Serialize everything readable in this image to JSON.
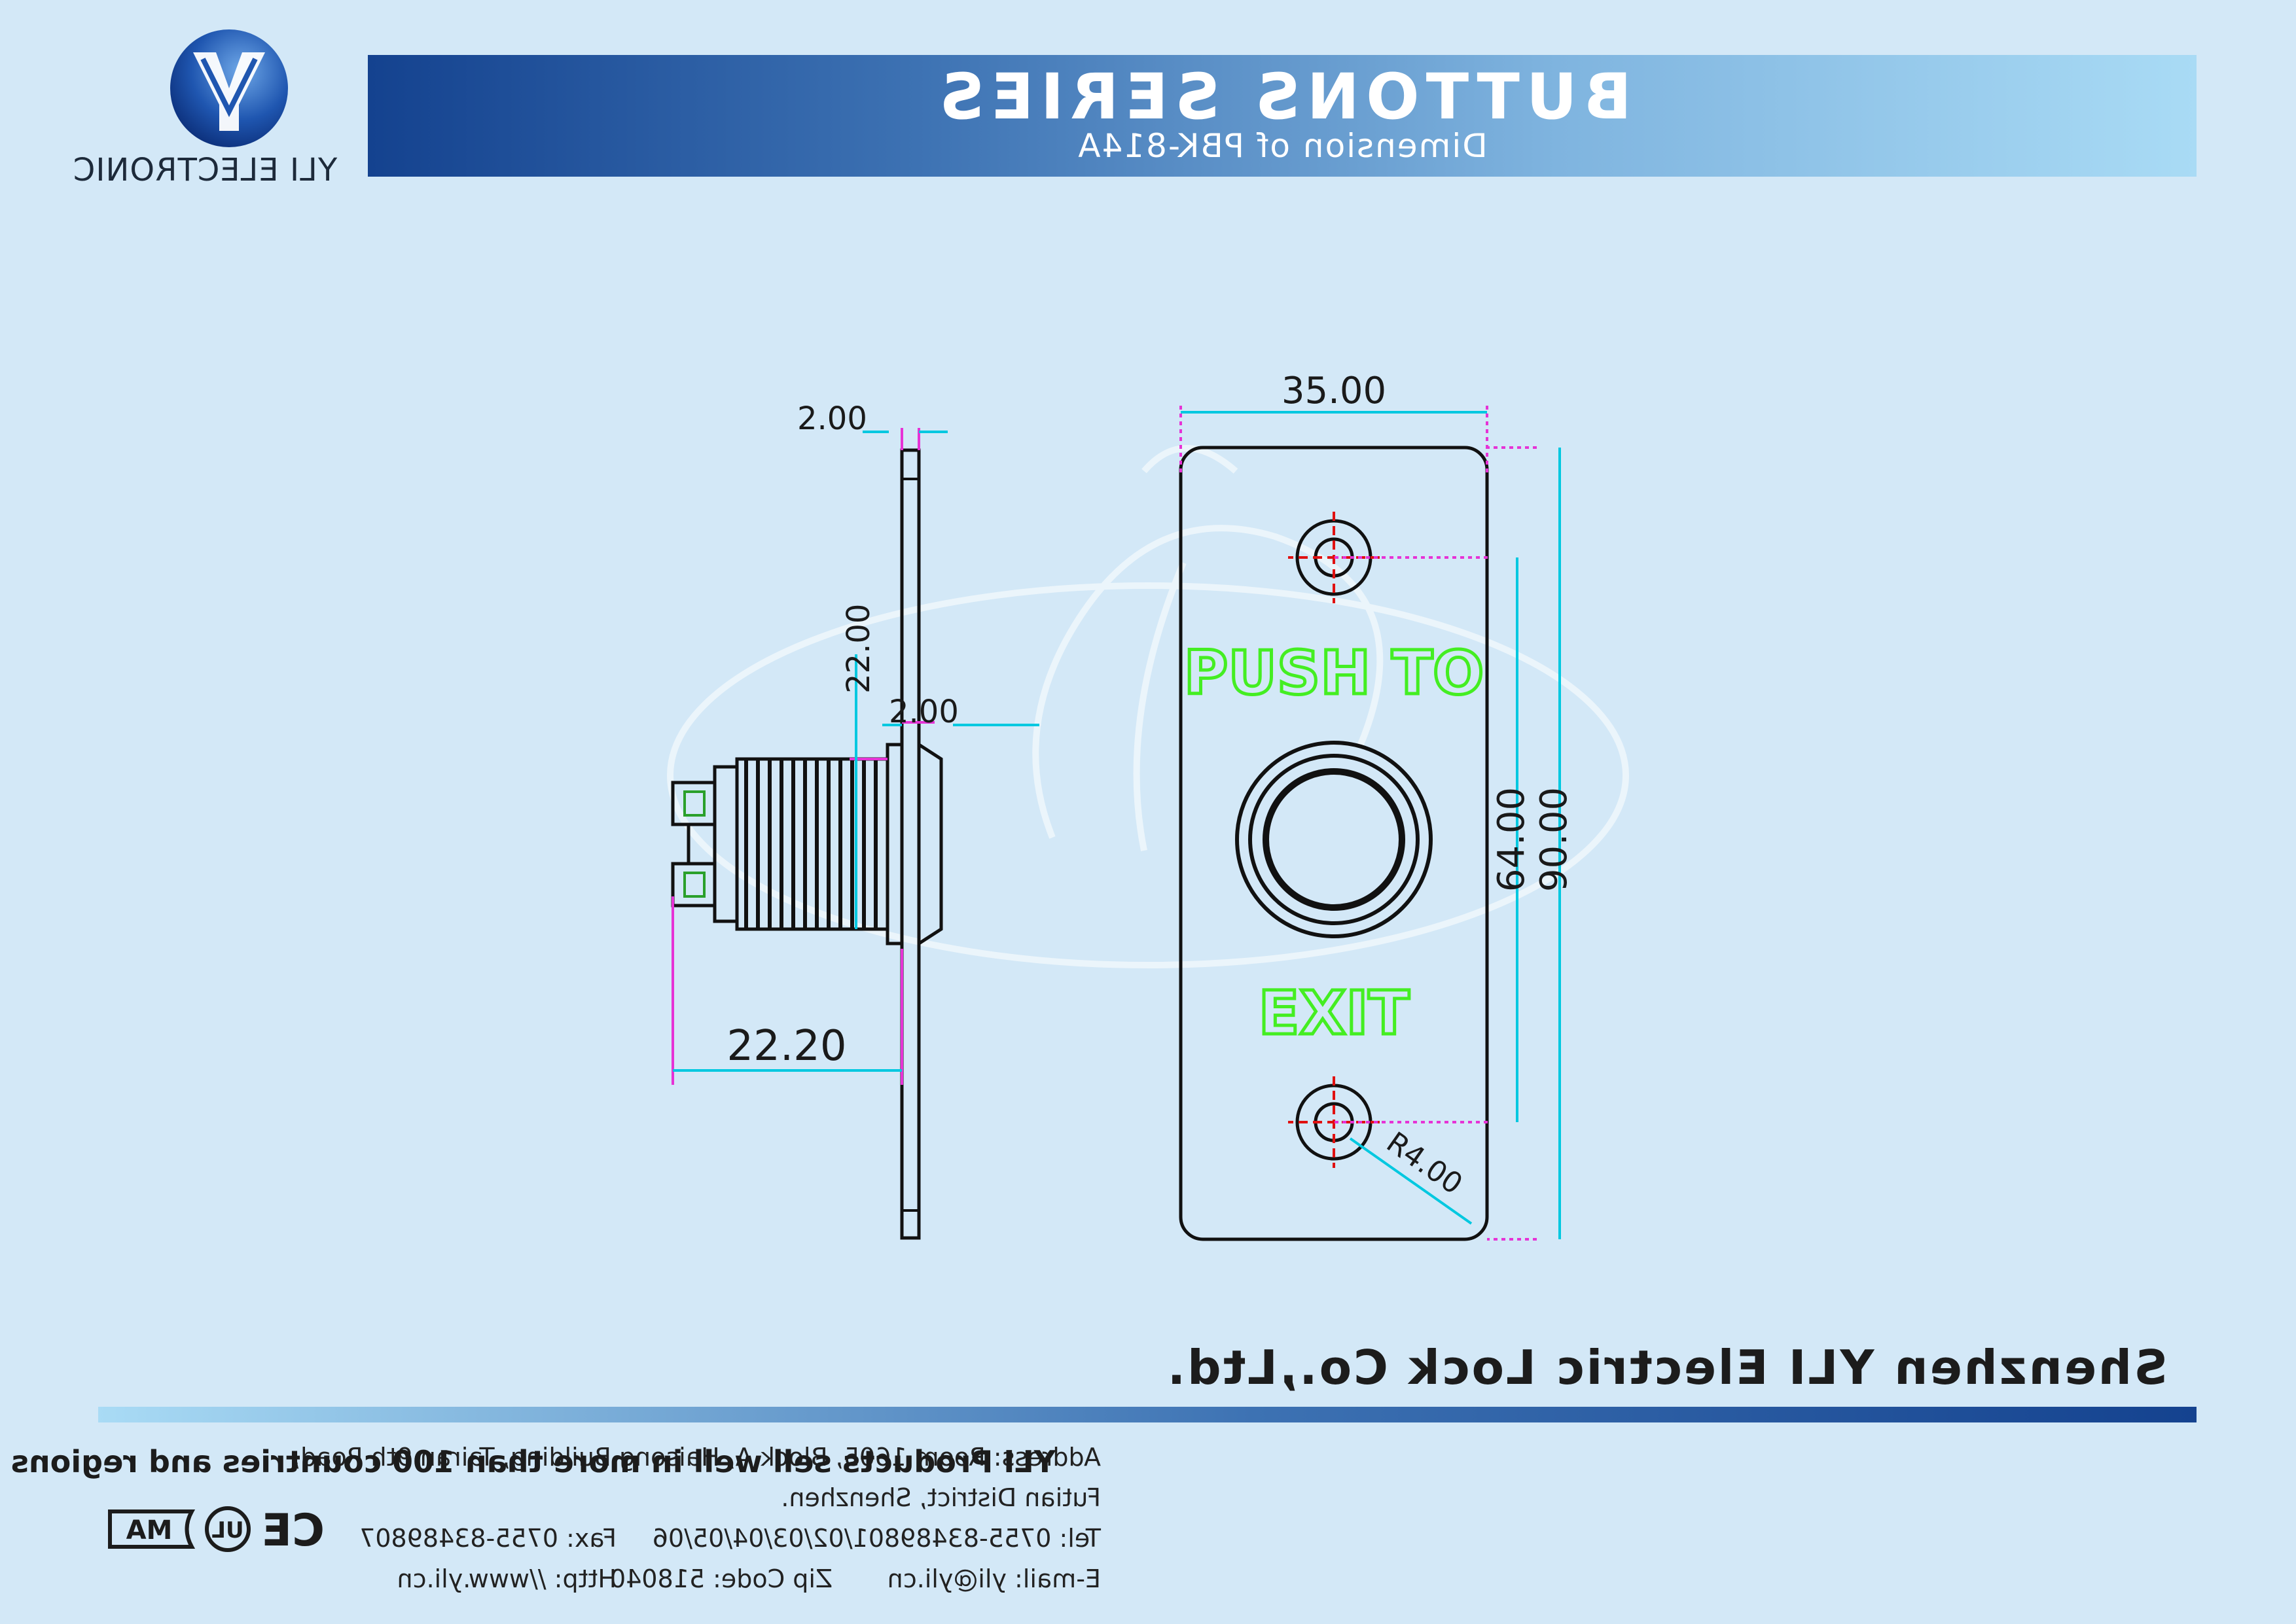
{
  "header": {
    "title": "BUTTONS SERIES",
    "subtitle": "Dimension of PBK-814A",
    "brand": "YLI ELECTRONIC"
  },
  "drawing": {
    "side_thickness": "2.00",
    "side_plate_offset": "2.00",
    "side_thread_diameter": "22.00",
    "side_body_length": "22.20",
    "front_width": "35.00",
    "front_hole_spacing": "64.00",
    "front_height": "90.00",
    "front_corner_radius": "R4.00",
    "label_top": "PUSH TO",
    "label_bottom": "EXIT"
  },
  "colors": {
    "background": "#d3e8f7",
    "dimension_line": "#00c8e0",
    "extension_line": "#e633d6",
    "label_green": "#44ee22",
    "center_mark": "#e01010",
    "banner_dark": "#14428f",
    "banner_light": "#a9dbf5"
  },
  "footer": {
    "company": "Shenzhen YLI Electric Lock Co.,Ltd.",
    "address_line1": "Address: Room 1605, Block A, Haisong Building, Tairan 9th Road,",
    "address_line2": "Futian District, Shenzhen.",
    "tel": "Tel: 0755-83489801/02/03/04/05/06",
    "fax": "Fax: 0755-83489807",
    "email": "E-mail: yli@yli.cn",
    "zip": "Zip Code: 518040",
    "http": "Http: //www.yli.cn",
    "slogan": "YLI Products sell well in more than 100 countries and regions"
  },
  "certifications": {
    "ce": "CE",
    "ul": "UL",
    "cma": "MA"
  }
}
